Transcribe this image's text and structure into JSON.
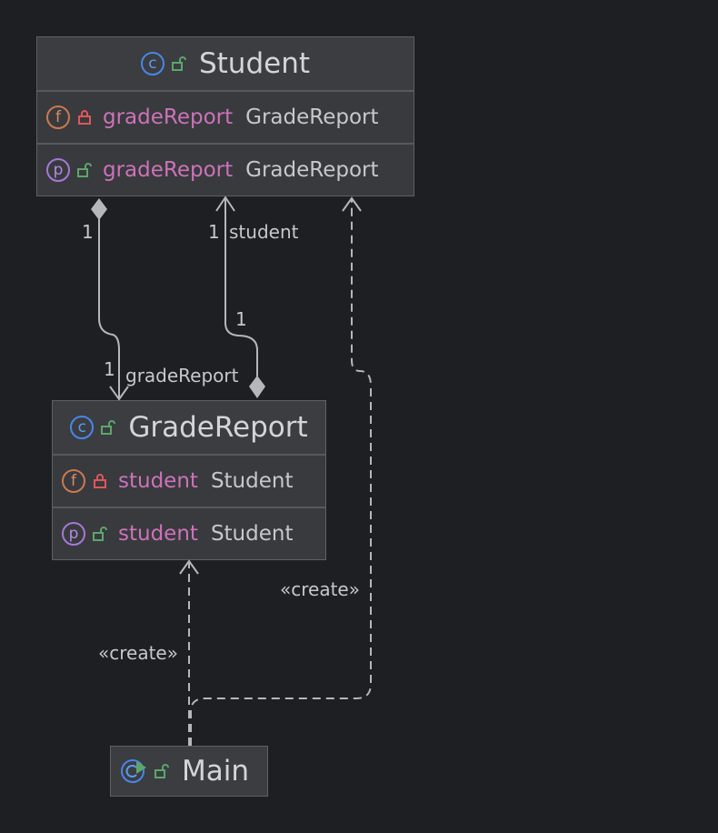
{
  "classes": {
    "student": {
      "name": "Student",
      "kind_icon": "class-icon",
      "visibility_icon": "public-icon",
      "members": [
        {
          "kind": "f",
          "visibility": "private",
          "name": "gradeReport",
          "type": "GradeReport"
        },
        {
          "kind": "p",
          "visibility": "public",
          "name": "gradeReport",
          "type": "GradeReport"
        }
      ]
    },
    "grade_report": {
      "name": "GradeReport",
      "kind_icon": "class-icon",
      "visibility_icon": "public-icon",
      "members": [
        {
          "kind": "f",
          "visibility": "private",
          "name": "student",
          "type": "Student"
        },
        {
          "kind": "p",
          "visibility": "public",
          "name": "student",
          "type": "Student"
        }
      ]
    },
    "main": {
      "name": "Main",
      "kind_icon": "runnable-class-icon",
      "visibility_icon": "public-icon",
      "members": []
    }
  },
  "kind_letters": {
    "c": "c",
    "f": "f",
    "p": "p"
  },
  "edges": {
    "composition_student_to_gradereport": {
      "source_multiplicity": "1",
      "target_multiplicity": "1",
      "target_role": "gradeReport"
    },
    "association_gradereport_to_student": {
      "target_multiplicity": "1",
      "target_role": "student",
      "source_multiplicity": "1"
    },
    "main_creates_gradereport": {
      "stereotype": "«create»"
    },
    "main_creates_student": {
      "stereotype": "«create»"
    }
  },
  "colors": {
    "background": "#1e1f22",
    "node_fill": "#393b3f",
    "node_border": "#5d6064",
    "edge": "#b4b7bb",
    "class_icon": "#4a86e8",
    "field_icon": "#c97a4f",
    "property_icon": "#a678d6",
    "field_name": "#cd72b8",
    "private_lock": "#e0565b",
    "public_lock": "#5ca66a"
  }
}
